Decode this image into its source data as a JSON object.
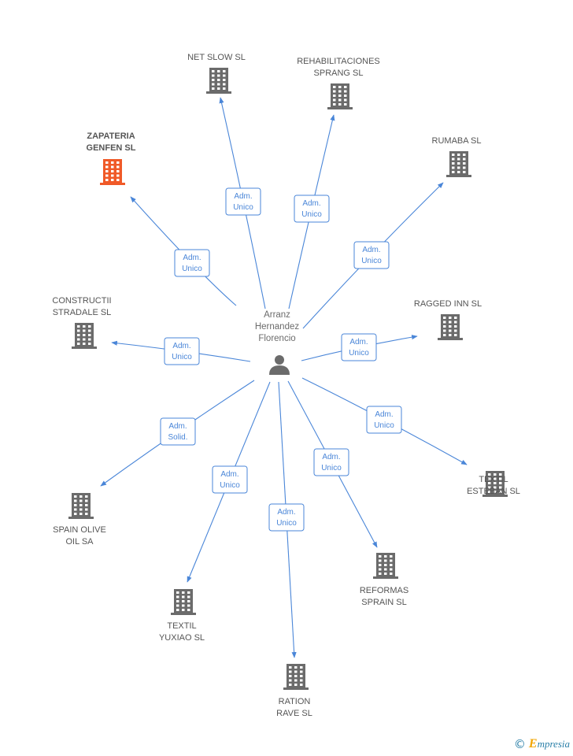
{
  "center": {
    "name_lines": [
      "Arranz",
      "Hernandez",
      "Florencio"
    ],
    "icon": "person-icon"
  },
  "accent_color": "#4a86d8",
  "node_color": "#6b6b6b",
  "highlight_color": "#f05a28",
  "nodes": [
    {
      "id": "net-slow",
      "label": [
        "NET SLOW SL"
      ],
      "highlight": false
    },
    {
      "id": "rehabilitaciones",
      "label": [
        "REHABILITACIONES",
        "SPRANG SL"
      ],
      "highlight": false
    },
    {
      "id": "zapateria",
      "label": [
        "ZAPATERIA",
        "GENFEN SL"
      ],
      "highlight": true
    },
    {
      "id": "rumaba",
      "label": [
        "RUMABA SL"
      ],
      "highlight": false
    },
    {
      "id": "constructii",
      "label": [
        "CONSTRUCTII",
        "STRADALE SL"
      ],
      "highlight": false
    },
    {
      "id": "ragged-inn",
      "label": [
        "RAGGED INN SL"
      ],
      "highlight": false
    },
    {
      "id": "textil-esteban",
      "label": [
        "TEXTIL",
        "ESTEBAN  SL"
      ],
      "highlight": false
    },
    {
      "id": "spain-olive",
      "label": [
        "SPAIN OLIVE",
        "OIL SA"
      ],
      "highlight": false
    },
    {
      "id": "reformas",
      "label": [
        "REFORMAS",
        "SPRAIN SL"
      ],
      "highlight": false
    },
    {
      "id": "textil-yuxiao",
      "label": [
        "TEXTIL",
        "YUXIAO SL"
      ],
      "highlight": false
    },
    {
      "id": "ration-rave",
      "label": [
        "RATION",
        "RAVE SL"
      ],
      "highlight": false
    }
  ],
  "edges": [
    {
      "to": "net-slow",
      "role": [
        "Adm.",
        "Unico"
      ]
    },
    {
      "to": "rehabilitaciones",
      "role": [
        "Adm.",
        "Unico"
      ]
    },
    {
      "to": "zapateria",
      "role": [
        "Adm.",
        "Unico"
      ]
    },
    {
      "to": "rumaba",
      "role": [
        "Adm.",
        "Unico"
      ]
    },
    {
      "to": "constructii",
      "role": [
        "Adm.",
        "Unico"
      ]
    },
    {
      "to": "ragged-inn",
      "role": [
        "Adm.",
        "Unico"
      ]
    },
    {
      "to": "textil-esteban",
      "role": [
        "Adm.",
        "Unico"
      ]
    },
    {
      "to": "spain-olive",
      "role": [
        "Adm.",
        "Solid."
      ]
    },
    {
      "to": "reformas",
      "role": [
        "Adm.",
        "Unico"
      ]
    },
    {
      "to": "textil-yuxiao",
      "role": [
        "Adm.",
        "Unico"
      ]
    },
    {
      "to": "ration-rave",
      "role": [
        "Adm.",
        "Unico"
      ]
    }
  ],
  "footer": {
    "copyright_symbol": "©",
    "brand_first": "E",
    "brand_rest": "mpresia"
  }
}
